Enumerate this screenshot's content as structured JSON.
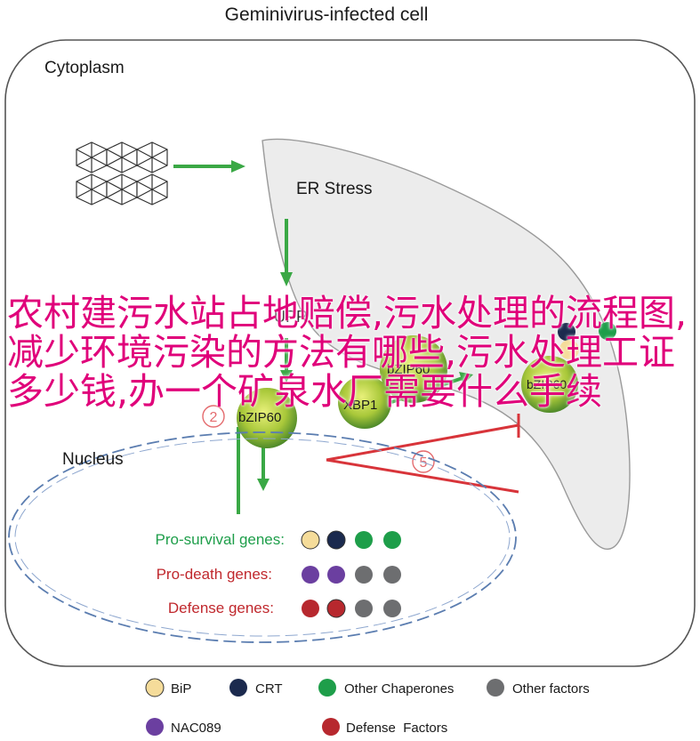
{
  "title": "Geminivirus-infected cell",
  "labels": {
    "cytoplasm": "Cytoplasm",
    "er_stress": "ER Stress",
    "upr": "UPR",
    "bzip60_a": "bZIP60",
    "bzip60_b": "bZIP60",
    "bzip60_c": "bZIP60",
    "xbp1": "XBP1",
    "nucleus": "Nucleus",
    "num_2": "2",
    "num_5": "5"
  },
  "gene_rows": [
    {
      "label": "Pro-survival genes:",
      "color": "#1e9e4a",
      "dots": [
        "#f5dc9a",
        "#1b2a4e",
        "#1e9e4a",
        "#1e9e4a"
      ]
    },
    {
      "label": "Pro-death genes:",
      "color": "#c0282d",
      "dots": [
        "#6b3fa0",
        "#6b3fa0",
        "#6d6e70",
        "#6d6e70"
      ]
    },
    {
      "label": "Defense genes:",
      "color": "#c0282d",
      "dots": [
        "#b7282e",
        "#b7282e",
        "#6d6e70",
        "#6d6e70"
      ]
    }
  ],
  "legend": [
    {
      "label": "BiP",
      "color": "#f5dc9a"
    },
    {
      "label": "CRT",
      "color": "#1b2a4e"
    },
    {
      "label": "Other Chaperones",
      "color": "#1e9e4a"
    },
    {
      "label": "Other factors",
      "color": "#6d6e70"
    },
    {
      "label": "NAC089",
      "color": "#6b3fa0"
    },
    {
      "label": "Defense  Factors",
      "color": "#b7282e"
    }
  ],
  "overlay_text": "农村建污水站占地赔偿,污水处理的流程图,减少环境污染的方法有哪些,污水处理工证多少钱,办一个矿泉水厂需要什么手续",
  "colors": {
    "arrow": "#3aa845",
    "inhibit": "#d8343a",
    "nucleus_border": "#5b7db0",
    "er": "#ececec"
  }
}
